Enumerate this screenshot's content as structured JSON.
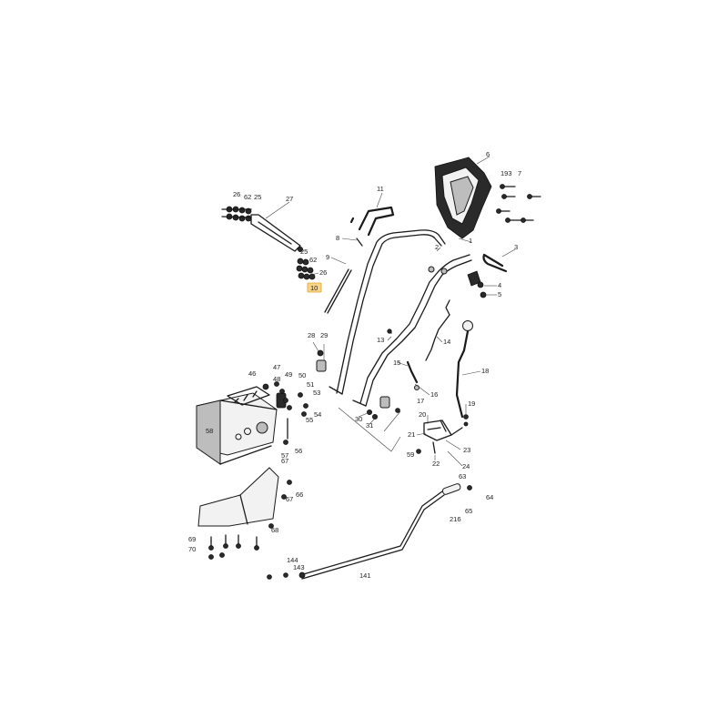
{
  "highlight_color": "#f7d48a",
  "labels": {
    "p1": "1",
    "p2": "2",
    "p3": "3",
    "p4": "4",
    "p5": "5",
    "p6": "6",
    "p7": "7",
    "p8": "8",
    "p9": "9",
    "p10": "10",
    "p11": "11",
    "p13": "13",
    "p14": "14",
    "p15": "15",
    "p16": "16",
    "p17": "17",
    "p18": "18",
    "p19": "19",
    "p20": "20",
    "p21": "21",
    "p22": "22",
    "p23": "23",
    "p24": "24",
    "p25a": "25",
    "p25b": "25",
    "p26a": "26",
    "p26b": "26",
    "p27": "27",
    "p28": "28",
    "p29": "29",
    "p30": "30",
    "p31": "31",
    "p46": "46",
    "p47": "47",
    "p48": "48",
    "p49": "49",
    "p50": "50",
    "p51": "51",
    "p53": "53",
    "p54": "54",
    "p55": "55",
    "p56": "56",
    "p57": "57",
    "p58": "58",
    "p59": "59",
    "p62a": "62",
    "p62b": "62",
    "p63": "63",
    "p64": "64",
    "p65": "65",
    "p66": "66",
    "p67a": "67",
    "p67b": "67",
    "p68": "68",
    "p69": "69",
    "p70": "70",
    "p141": "141",
    "p143": "143",
    "p144": "144",
    "p193": "193",
    "p216": "216"
  }
}
